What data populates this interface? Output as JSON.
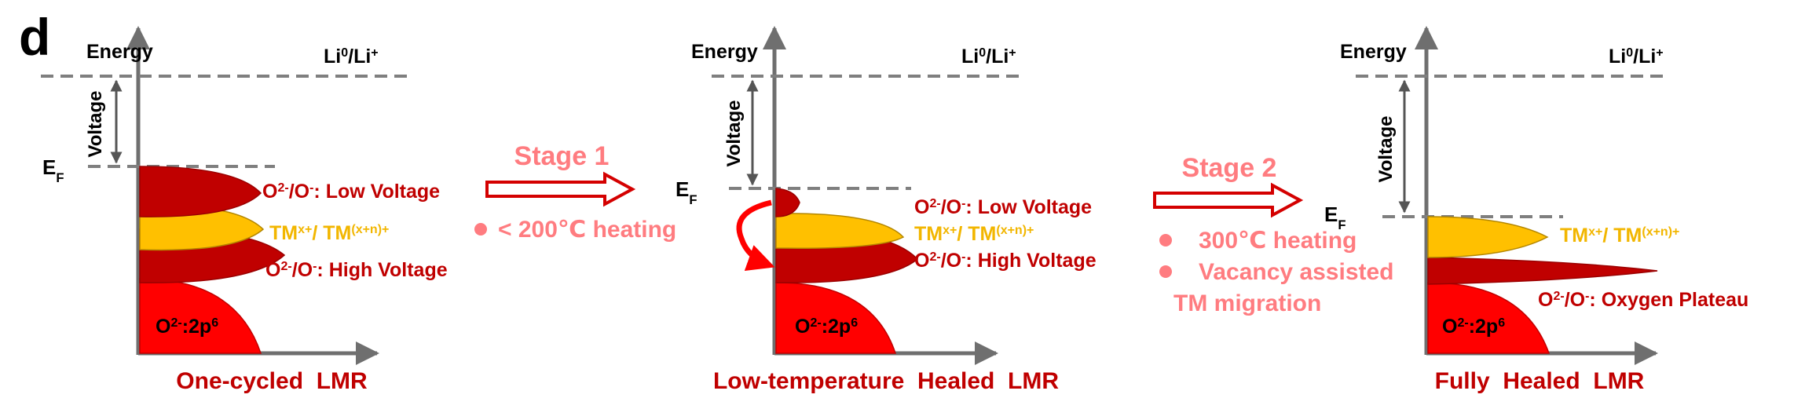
{
  "panel_label": "d",
  "colors": {
    "red": "#ff0000",
    "dark_red": "#c00000",
    "gold": "#ffc000",
    "salmon": "#ff7c80",
    "axis_gray": "#6f6f6f",
    "dash_gray": "#7f7f7f",
    "gold_text": "#f2b600"
  },
  "panels": [
    {
      "energy_label": "Energy",
      "li_label": {
        "base": "Li",
        "sup": "0",
        "mid": "/Li",
        "sup2": "+"
      },
      "voltage_label": "Voltage",
      "ef_label": {
        "base": "E",
        "sub": "F"
      },
      "o2p6_label": {
        "base": "O",
        "sup": "2-",
        "mid": ":2p",
        "sup2": "6"
      },
      "labels": [
        {
          "a": "O",
          "b": "2-",
          "c": "/O",
          "d": "-",
          "e": ": Low Voltage",
          "role": "low-voltage"
        },
        {
          "a": "TM",
          "b": "x+",
          "c": "/ TM",
          "d": "(x+n)+",
          "e": "",
          "role": "tm"
        },
        {
          "a": "O",
          "b": "2-",
          "c": "/O",
          "d": "-",
          "e": ": High Voltage",
          "role": "high-voltage"
        }
      ],
      "title": "One-cycled  LMR"
    },
    {
      "energy_label": "Energy",
      "li_label": {
        "base": "Li",
        "sup": "0",
        "mid": "/Li",
        "sup2": "+"
      },
      "voltage_label": "Voltage",
      "ef_label": {
        "base": "E",
        "sub": "F"
      },
      "o2p6_label": {
        "base": "O",
        "sup": "2-",
        "mid": ":2p",
        "sup2": "6"
      },
      "labels": [
        {
          "a": "O",
          "b": "2-",
          "c": "/O",
          "d": "-",
          "e": ": Low Voltage",
          "role": "low-voltage"
        },
        {
          "a": "TM",
          "b": "x+",
          "c": "/ TM",
          "d": "(x+n)+",
          "e": "",
          "role": "tm"
        },
        {
          "a": "O",
          "b": "2-",
          "c": "/O",
          "d": "-",
          "e": ": High Voltage",
          "role": "high-voltage"
        }
      ],
      "title": "Low-temperature  Healed  LMR"
    },
    {
      "energy_label": "Energy",
      "li_label": {
        "base": "Li",
        "sup": "0",
        "mid": "/Li",
        "sup2": "+"
      },
      "voltage_label": "Voltage",
      "ef_label": {
        "base": "E",
        "sub": "F"
      },
      "o2p6_label": {
        "base": "O",
        "sup": "2-",
        "mid": ":2p",
        "sup2": "6"
      },
      "labels": [
        {
          "a": "TM",
          "b": "x+",
          "c": "/ TM",
          "d": "(x+n)+",
          "e": "",
          "role": "tm"
        },
        {
          "a": "O",
          "b": "2-",
          "c": "/O",
          "d": "-",
          "e": ": Oxygen Plateau",
          "role": "oxygen-plateau"
        }
      ],
      "title": "Fully  Healed  LMR"
    }
  ],
  "stages": [
    {
      "title": "Stage 1",
      "bullets": [
        "< 200℃ heating"
      ]
    },
    {
      "title": "Stage 2",
      "bullets": [
        "300℃ heating",
        "Vacancy assisted",
        "TM migration"
      ]
    }
  ]
}
